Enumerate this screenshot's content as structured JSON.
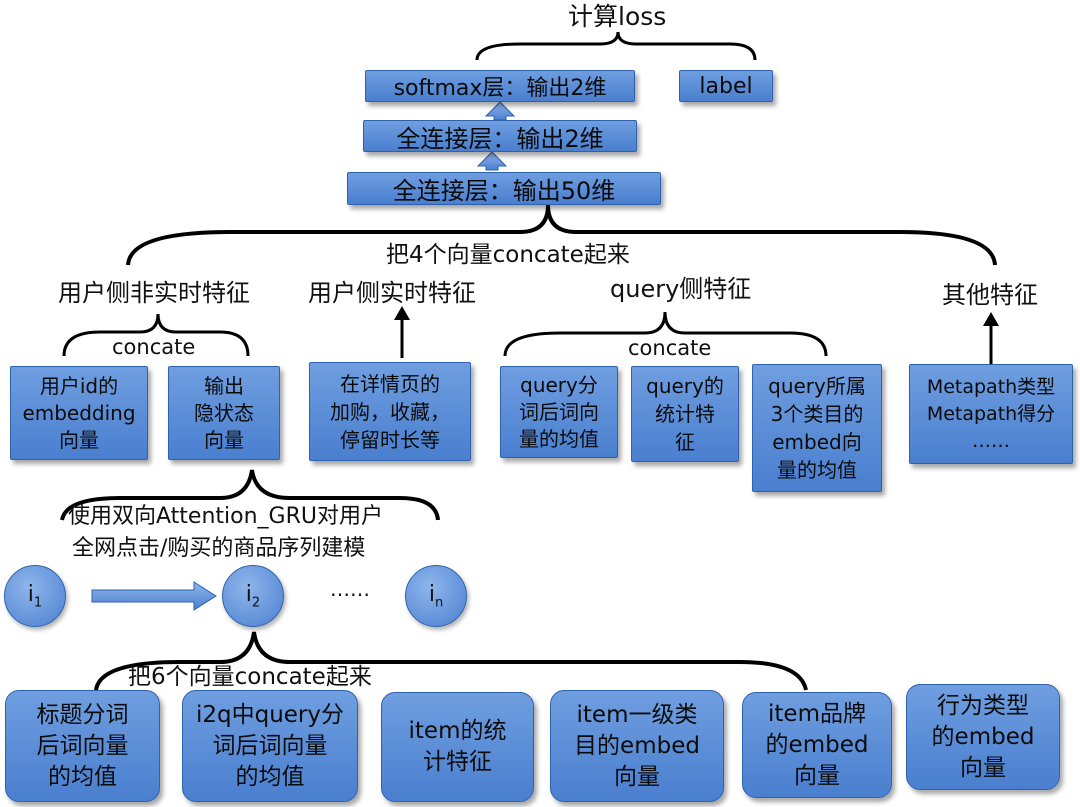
{
  "top": {
    "loss_label": "计算loss",
    "softmax": "softmax层：输出2维",
    "label_box": "label",
    "fc2": "全连接层：输出2维",
    "fc50": "全连接层：输出50维",
    "concat4": "把4个向量concate起来"
  },
  "groups": {
    "user_offline": "用户侧非实时特征",
    "user_realtime": "用户侧实时特征",
    "query": "query侧特征",
    "other": "其他特征",
    "concate1": "concate",
    "concate2": "concate"
  },
  "feature_boxes": {
    "user_id": [
      "用户id的",
      "embedding",
      "向量"
    ],
    "hidden": [
      "输出",
      "隐状态",
      "向量"
    ],
    "detail": [
      "在详情页的",
      "加购，收藏，",
      "停留时长等"
    ],
    "query_seg": [
      "query分",
      "词后词向",
      "量的均值"
    ],
    "query_stat": [
      "query的",
      "统计特",
      "征"
    ],
    "query_cat": [
      "query所属",
      "3个类目的",
      "embed向",
      "量的均值"
    ],
    "metapath": [
      "Metapath类型",
      "Metapath得分",
      "……"
    ]
  },
  "sequence": {
    "gru_line1": "使用双向Attention_GRU对用户",
    "gru_line2": "全网点击/购买的商品序列建模",
    "ellipsis": "……",
    "i1": "i",
    "i1_sub": "1",
    "i2": "i",
    "i2_sub": "2",
    "in": "i",
    "in_sub": "n"
  },
  "items": {
    "concat6": "把6个向量concate起来",
    "title_seg": [
      "标题分词",
      "后词向量",
      "的均值"
    ],
    "i2q": [
      "i2q中query分",
      "词后词向量",
      "的均值"
    ],
    "item_stat": [
      "item的统",
      "计特征"
    ],
    "item_cat": [
      "item一级类",
      "目的embed",
      "向量"
    ],
    "item_brand": [
      "item品牌",
      "的embed",
      "向量"
    ],
    "behavior": [
      "行为类型",
      "的embed",
      "向量"
    ]
  },
  "colors": {
    "box": "#5b8fd9",
    "border": "#2f62ad",
    "bracket": "#000000"
  }
}
